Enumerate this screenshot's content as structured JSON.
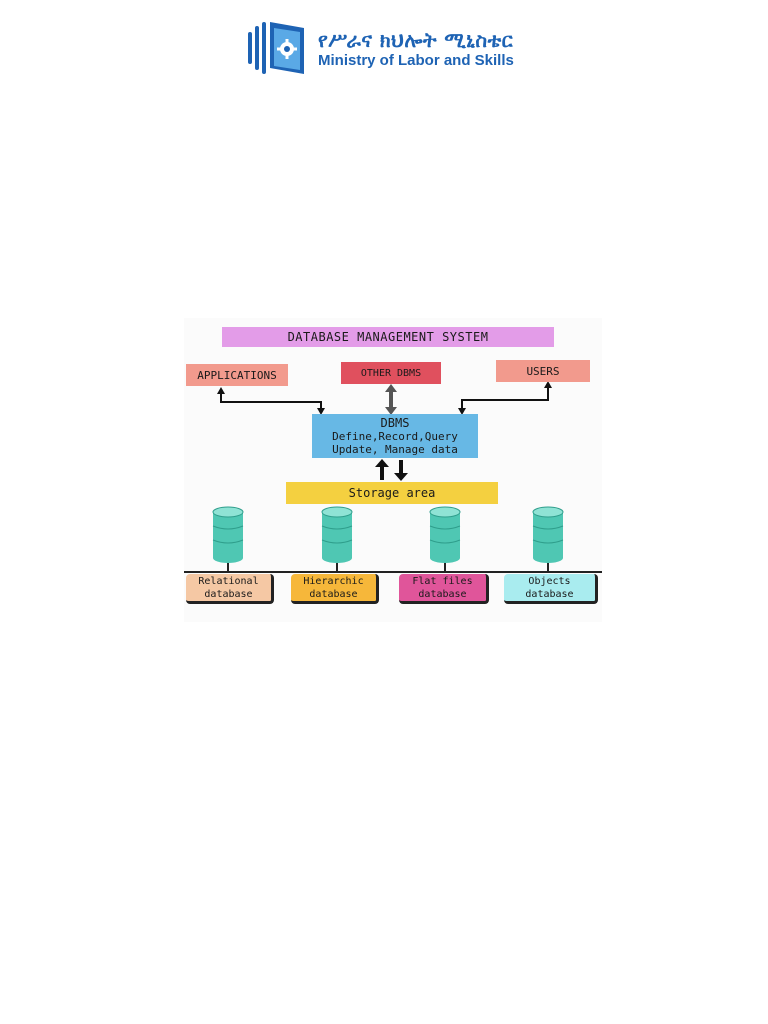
{
  "header": {
    "org_amharic": "የሥራና ክህሎት ሚኒስቴር",
    "org_english": "Ministry of Labor and Skills"
  },
  "diagram": {
    "title": "DATABASE MANAGEMENT SYSTEM",
    "applications": "APPLICATIONS",
    "other_dbms": "OTHER DBMS",
    "users": "USERS",
    "dbms_title": "DBMS",
    "dbms_line1": "Define,Record,Query",
    "dbms_line2": "Update, Manage data",
    "storage": "Storage area",
    "databases": [
      {
        "line1": "Relational",
        "line2": "database"
      },
      {
        "line1": "Hierarchic",
        "line2": "database"
      },
      {
        "line1": "Flat files",
        "line2": "database"
      },
      {
        "line1": "Objects",
        "line2": "database"
      }
    ]
  },
  "colors": {
    "brand_blue": "#1e63b4",
    "title_pink": "#e39ce8",
    "salmon": "#f29a8d",
    "red": "#e0505e",
    "dbms_blue": "#67b8e5",
    "storage_yellow": "#f4d040",
    "cylinder_teal": "#4fc7b3"
  }
}
